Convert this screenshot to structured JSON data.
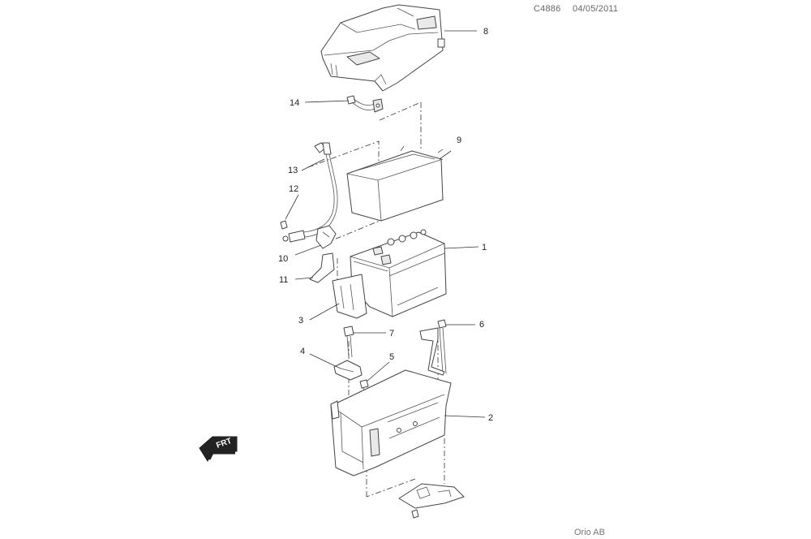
{
  "header": {
    "code": "C4886",
    "date": "04/05/2011"
  },
  "footer": {
    "company": "Orio AB"
  },
  "front_indicator": {
    "label": "FRT"
  },
  "callouts": {
    "c1": "1",
    "c2": "2",
    "c3": "3",
    "c4": "4",
    "c5": "5",
    "c6": "6",
    "c7": "7",
    "c8": "8",
    "c9": "9",
    "c10": "10",
    "c11": "11",
    "c12": "12",
    "c13": "13",
    "c14": "14"
  }
}
